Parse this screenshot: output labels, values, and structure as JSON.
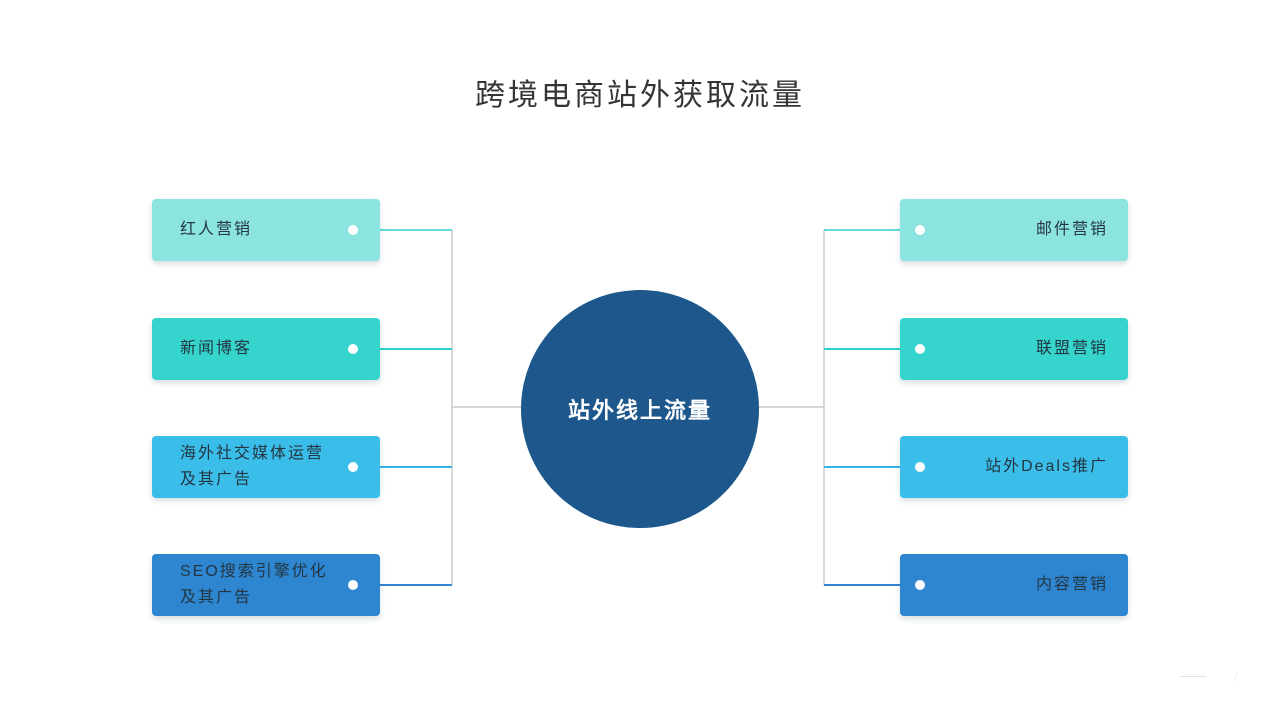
{
  "title": "跨境电商站外获取流量",
  "center": {
    "label": "站外线上流量",
    "color": "#1d578c"
  },
  "left_branches": [
    {
      "label": "红人营销",
      "color": "#8ce4e0",
      "line_color": "#63dcd6"
    },
    {
      "label": "新闻博客",
      "color": "#35d5cd",
      "line_color": "#2ed1c9"
    },
    {
      "label": "海外社交媒体运营\n及其广告",
      "color": "#3bbde9",
      "line_color": "#30b7e6"
    },
    {
      "label": "SEO搜索引擎优化\n及其广告",
      "color": "#2e86d1",
      "line_color": "#2e86d1"
    }
  ],
  "right_branches": [
    {
      "label": "邮件营销",
      "color": "#8ce4e0",
      "line_color": "#63dcd6"
    },
    {
      "label": "联盟营销",
      "color": "#35d5cd",
      "line_color": "#2ed1c9"
    },
    {
      "label": "站外Deals推广",
      "color": "#3bbde9",
      "line_color": "#30b7e6"
    },
    {
      "label": "内容营销",
      "color": "#2e86d1",
      "line_color": "#2e86d1"
    }
  ],
  "connector_color": "#c9c9c9"
}
